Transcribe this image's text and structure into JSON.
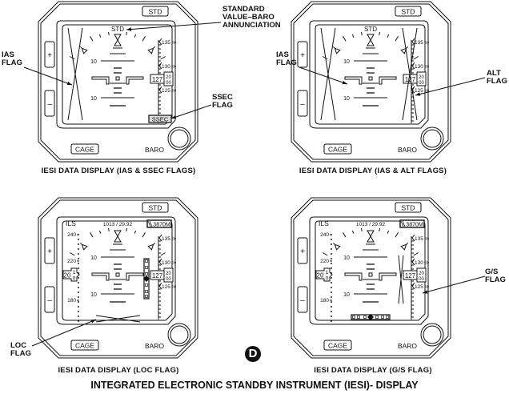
{
  "title": "INTEGRATED ELECTRONIC STANDBY INSTRUMENT (IESI)- DISPLAY",
  "sheet_marker": "D",
  "common": {
    "std_button": "STD",
    "plus_button": "+",
    "minus_button": "–",
    "cage_button": "CAGE",
    "baro_label": "BARO",
    "pitch_label": "10",
    "altitude_readout": "127",
    "altitude_fine_top": "20",
    "altitude_fine_bottom": "00",
    "altitude_scale": [
      "135",
      "130",
      "125"
    ],
    "altitude_scale_suffix": "00"
  },
  "instruments": [
    {
      "id": "ias-ssec",
      "caption": "IESI DATA DISPLAY (IAS & SSEC FLAGS)",
      "baro_annunciation": "STD",
      "flags": [
        "IAS",
        "SSEC"
      ],
      "ssec_label": "SSEC",
      "ils": false
    },
    {
      "id": "ias-alt",
      "caption": "IESI DATA DISPLAY (IAS & ALT FLAGS)",
      "baro_annunciation": "STD",
      "flags": [
        "IAS",
        "ALT"
      ],
      "ils": false
    },
    {
      "id": "loc",
      "caption": "IESI DATA DISPLAY (LOC FLAG)",
      "ils_label": "ILS",
      "baro_setting": "1013 / 29.92",
      "metric_altitude": "3870M",
      "speed_scale": [
        "240",
        "220",
        "180"
      ],
      "speed_readout": "20",
      "speed_drum_top": "1",
      "speed_drum_bottom": "0",
      "flags": [
        "LOC"
      ],
      "ils": true
    },
    {
      "id": "gs",
      "caption": "IESI DATA DISPLAY (G/S FLAG)",
      "ils_label": "ILS",
      "baro_setting": "1013 / 29.92",
      "metric_altitude": "3870M",
      "speed_scale": [
        "240",
        "220",
        "180"
      ],
      "speed_readout": "20",
      "speed_drum_top": "1",
      "speed_drum_bottom": "0",
      "flags": [
        "G/S"
      ],
      "ils": true
    }
  ],
  "callouts": {
    "standard_baro": "STANDARD\nVALUE–BARO\nANNUNCIATION",
    "ias_flag_1": "IAS\nFLAG",
    "ssec_flag": "SSEC\nFLAG",
    "ias_flag_2": "IAS\nFLAG",
    "alt_flag": "ALT\nFLAG",
    "loc_flag": "LOC\nFLAG",
    "gs_flag": "G/S\nFLAG"
  }
}
